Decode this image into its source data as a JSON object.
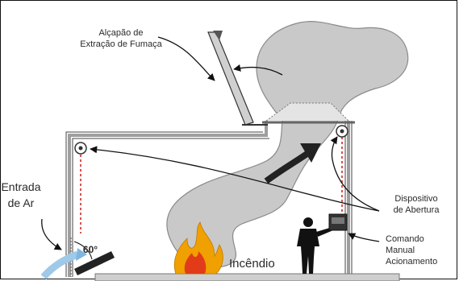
{
  "labels": {
    "hatch_line1": "Alçapão de",
    "hatch_line2": "Extração de Fumaça",
    "air_inlet_line1": "Entrada",
    "air_inlet_line2": "de Ar",
    "angle": "60°",
    "device_line1": "Dispositivo",
    "device_line2": "de Abertura",
    "control_line1": "Comando",
    "control_line2": "Manual",
    "control_line3": "Acionamento",
    "fire": "Incêndio"
  },
  "colors": {
    "smoke": "#c9c9c9",
    "smoke_outline": "#8a8a8a",
    "wall": "#9e9e9e",
    "cable": "#d9534f",
    "flame_outer": "#f0a000",
    "flame_inner": "#e23b1a",
    "air_arrow": "#9fc9e8"
  },
  "icons": {
    "opening_device": "circle-sensor-icon",
    "operator": "person-icon",
    "control_panel": "control-box-icon",
    "fire": "flame-icon"
  }
}
